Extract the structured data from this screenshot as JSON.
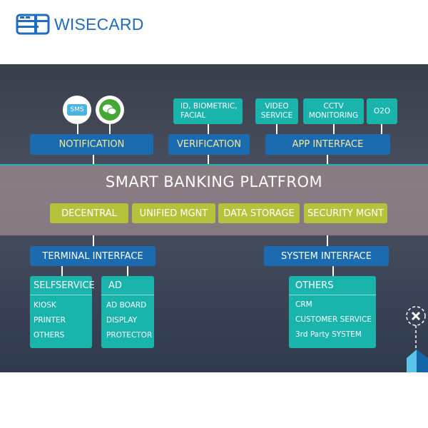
{
  "brand": {
    "name": "WISECARD",
    "color": "#1f6cc0"
  },
  "top": {
    "notification": {
      "label": "NOTIFICATION",
      "icons": [
        {
          "name": "sms-icon",
          "label": "SMS"
        },
        {
          "name": "wechat-icon"
        }
      ]
    },
    "verification": {
      "label": "VERIFICATION",
      "items": [
        "ID, BIOMETRIC, FACIAL"
      ]
    },
    "app_interface": {
      "label": "APP INTERFACE",
      "items": [
        "VIDEO SERVICE",
        "CCTV MONITORING",
        "O2O"
      ]
    }
  },
  "platform": {
    "title": "SMART BANKING PLATFROM",
    "modules": [
      "DECENTRAL",
      "UNIFIED MGNT",
      "DATA STORAGE",
      "SECURITY MGNT"
    ]
  },
  "bottom": {
    "terminal": {
      "label": "TERMINAL INTERFACE",
      "cards": [
        {
          "title": "SELFSERVICE",
          "items": [
            "KIOSK",
            "PRINTER",
            "OTHERS"
          ]
        },
        {
          "title": "AD",
          "items": [
            "AD BOARD",
            "DISPLAY",
            "PROTECTOR"
          ]
        }
      ]
    },
    "system": {
      "label": "SYSTEM INTERFACE",
      "cards": [
        {
          "title": "OTHERS",
          "items": [
            "CRM",
            "CUSTOMER SERVICE",
            "3rd Party SYSTEM"
          ]
        }
      ]
    }
  },
  "colors": {
    "blue": "#1b6bb0",
    "teal": "#19b5ad",
    "green": "#b5c33a",
    "label_yellow": "#f5ea9a"
  }
}
